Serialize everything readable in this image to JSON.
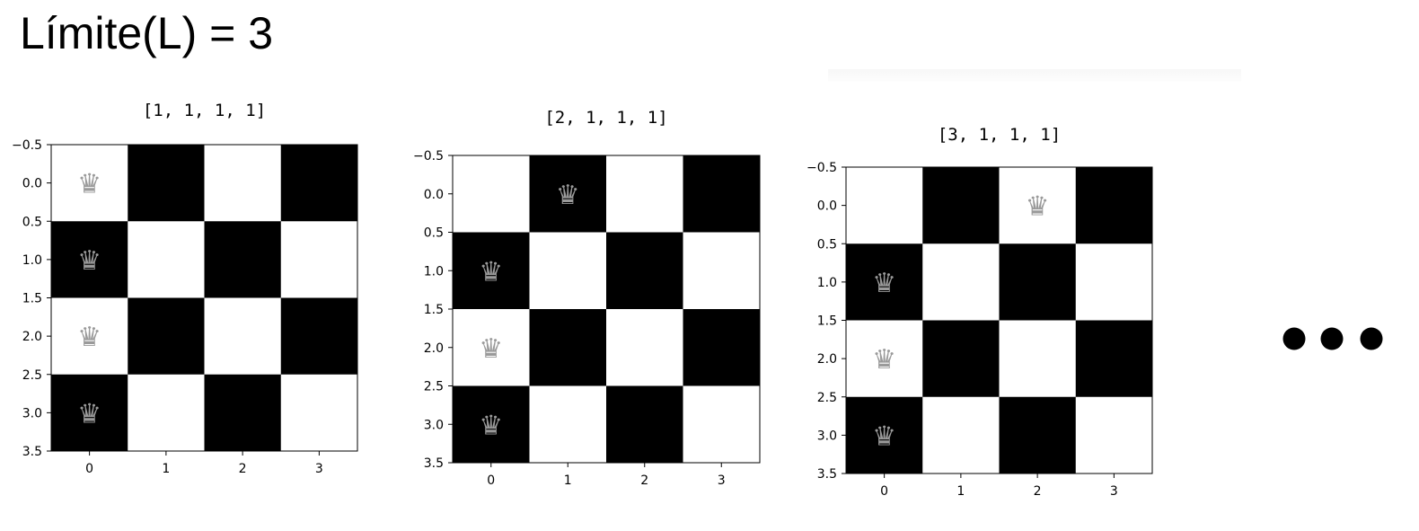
{
  "title": "Límite(L) = 3",
  "colors": {
    "dark": "#000000",
    "light": "#ffffff",
    "queen": "#9a9a9a"
  },
  "icons": {
    "queen": "chess-queen-icon",
    "more": "ellipsis-dots-icon"
  },
  "chart_data": [
    {
      "type": "heatmap",
      "title": "[1, 1, 1, 1]",
      "queens": [
        1,
        1,
        1,
        1
      ],
      "xlim": [
        -0.5,
        3.5
      ],
      "ylim": [
        3.5,
        -0.5
      ],
      "xticks": [
        "0",
        "1",
        "2",
        "3"
      ],
      "yticks": [
        "−0.5",
        "0.0",
        "0.5",
        "1.0",
        "1.5",
        "2.0",
        "2.5",
        "3.0",
        "3.5"
      ]
    },
    {
      "type": "heatmap",
      "title": "[2, 1, 1, 1]",
      "queens": [
        2,
        1,
        1,
        1
      ],
      "xlim": [
        -0.5,
        3.5
      ],
      "ylim": [
        3.5,
        -0.5
      ],
      "xticks": [
        "0",
        "1",
        "2",
        "3"
      ],
      "yticks": [
        "−0.5",
        "0.0",
        "0.5",
        "1.0",
        "1.5",
        "2.0",
        "2.5",
        "3.0",
        "3.5"
      ]
    },
    {
      "type": "heatmap",
      "title": "[3, 1, 1, 1]",
      "queens": [
        3,
        1,
        1,
        1
      ],
      "xlim": [
        -0.5,
        3.5
      ],
      "ylim": [
        3.5,
        -0.5
      ],
      "xticks": [
        "0",
        "1",
        "2",
        "3"
      ],
      "yticks": [
        "−0.5",
        "0.0",
        "0.5",
        "1.0",
        "1.5",
        "2.0",
        "2.5",
        "3.0",
        "3.5"
      ]
    }
  ]
}
